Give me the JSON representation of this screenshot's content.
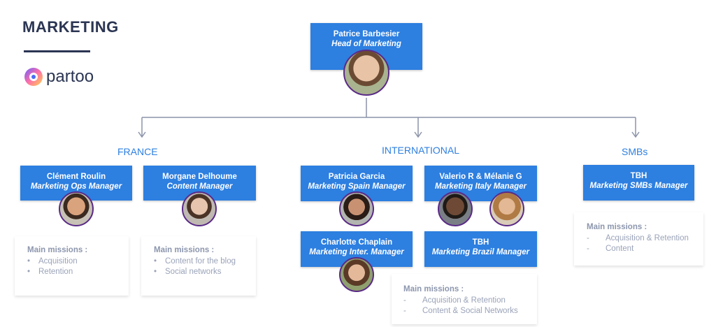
{
  "header": {
    "title": "MARKETING",
    "logo_text": "partoo"
  },
  "head": {
    "name": "Patrice Barbesier",
    "role": "Head of Marketing"
  },
  "sections": {
    "france": "FRANCE",
    "international": "INTERNATIONAL",
    "smbs": "SMBs"
  },
  "cards": {
    "clement": {
      "name": "Clément Roulin",
      "role": "Marketing Ops Manager"
    },
    "morgane": {
      "name": "Morgane Delhoume",
      "role": "Content Manager"
    },
    "patricia": {
      "name": "Patricia Garcia",
      "role": "Marketing Spain Manager"
    },
    "valerio": {
      "name": "Valerio R & Mélanie G",
      "role": "Marketing Italy Manager"
    },
    "charlotte": {
      "name": "Charlotte Chaplain",
      "role": "Marketing Inter. Manager"
    },
    "brazil": {
      "name": "TBH",
      "role": "Marketing Brazil Manager"
    },
    "smb": {
      "name": "TBH",
      "role": "Marketing SMBs Manager"
    }
  },
  "missions": {
    "heading": "Main missions :",
    "france_ops": {
      "bullet": "•",
      "items": [
        "Acquisition",
        "Retention"
      ]
    },
    "france_content": {
      "bullet": "•",
      "items": [
        "Content for the blog",
        "Social networks"
      ]
    },
    "international": {
      "bullet": "-",
      "items": [
        "Acquisition & Retention",
        "Content & Social Networks"
      ]
    },
    "smbs": {
      "bullet": "-",
      "items": [
        "Acquisition & Retention",
        "Content"
      ]
    }
  },
  "colors": {
    "card": "#2d7fe0",
    "avatar_border": "#5a2a86",
    "connector": "#8a93a8",
    "title": "#2b3553"
  }
}
